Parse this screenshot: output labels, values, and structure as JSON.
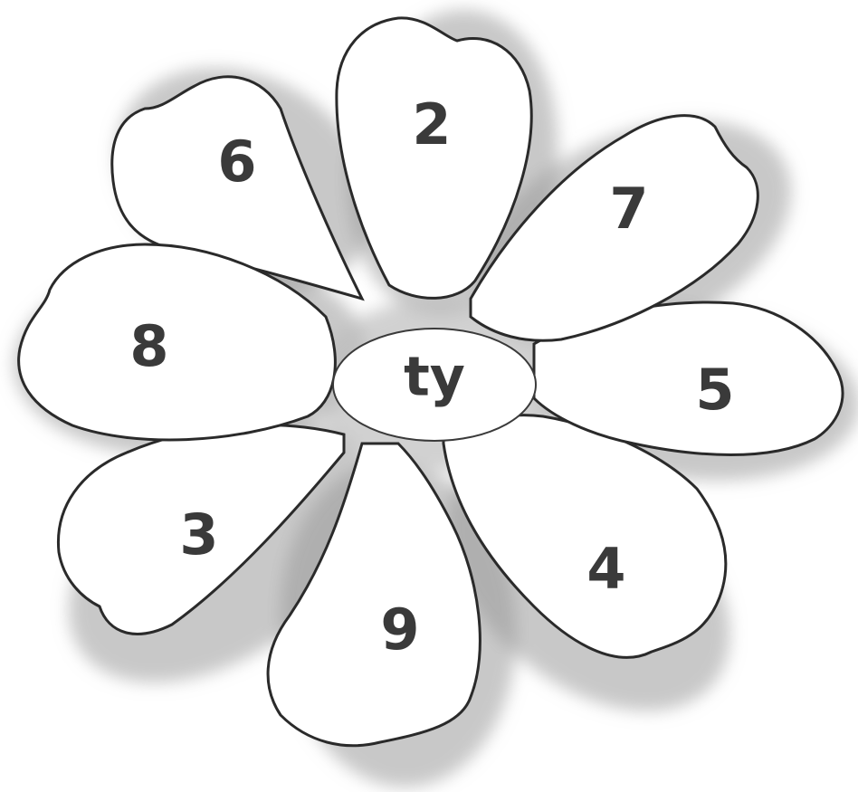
{
  "center": {
    "label": "ty"
  },
  "petals": [
    {
      "id": "top",
      "label": "2"
    },
    {
      "id": "upper-right",
      "label": "7"
    },
    {
      "id": "right",
      "label": "5"
    },
    {
      "id": "lower-right",
      "label": "4"
    },
    {
      "id": "bottom",
      "label": "9"
    },
    {
      "id": "lower-left",
      "label": "3"
    },
    {
      "id": "left",
      "label": "8"
    },
    {
      "id": "upper-left",
      "label": "6"
    }
  ],
  "colors": {
    "outline": "#2a2a2a",
    "shadow": "#9a9a9a",
    "text": "#3a3a3a",
    "fill": "#ffffff"
  }
}
